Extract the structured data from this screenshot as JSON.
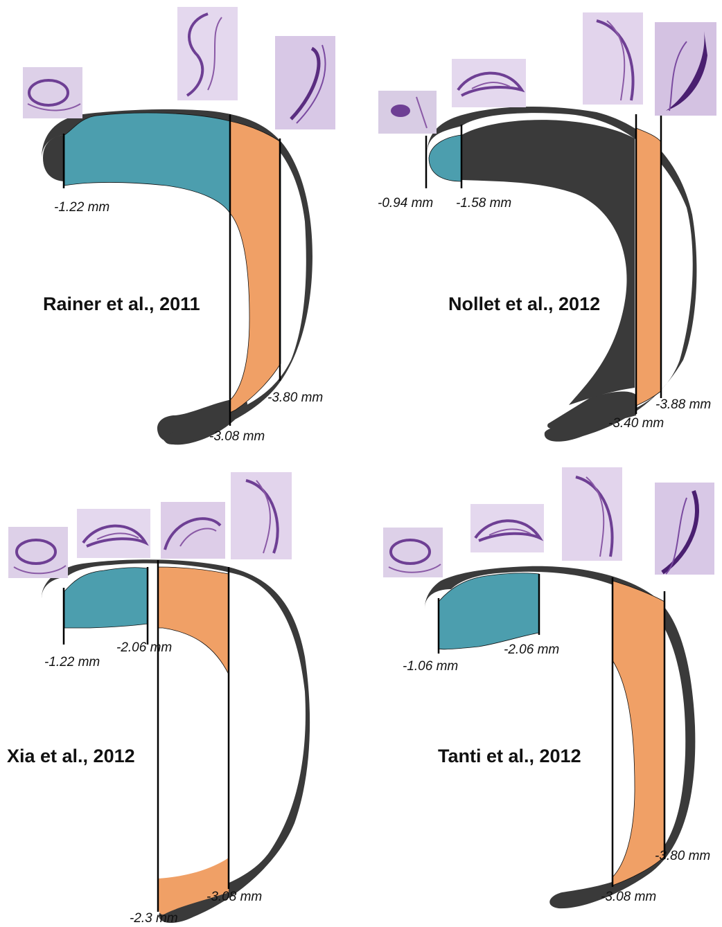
{
  "colors": {
    "ventral_segment": "#4c9eae",
    "dorsal_segment": "#f0a066",
    "remaining_tissue": "#3a3a3a",
    "histology_stain": "#8a5aa6"
  },
  "panels": [
    {
      "title": "Rainer et al., 2011",
      "labels": [
        "-1.22 mm",
        "-3.08 mm",
        "-3.80 mm"
      ]
    },
    {
      "title": "Nollet et al., 2012",
      "labels": [
        "-0.94 mm",
        "-1.58 mm",
        "-3.40 mm",
        "-3.88 mm"
      ]
    },
    {
      "title": "Xia et al., 2012",
      "labels": [
        "-1.22 mm",
        "-2.06 mm",
        "-2.3 mm",
        "-3.08 mm"
      ]
    },
    {
      "title": "Tanti et al., 2012",
      "labels": [
        "-1.06 mm",
        "-2.06 mm",
        "-3.08 mm",
        "-3.80 mm"
      ]
    }
  ]
}
